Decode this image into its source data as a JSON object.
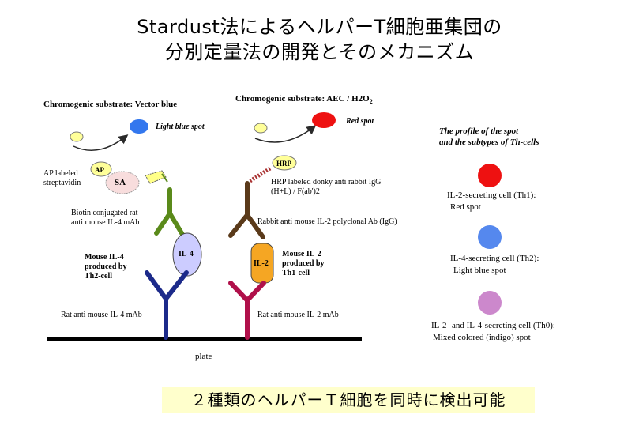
{
  "title": {
    "line1": "Stardust法によるヘルパーT細胞亜集団の",
    "line2": "分別定量法の開発とそのメカニズム"
  },
  "left": {
    "substrate": "Chromogenic substrate: Vector blue",
    "spot_label": "Light blue spot",
    "ap_tag": "AP",
    "sa_tag": "SA",
    "ap_streptavidin": [
      "AP labeled",
      "streptavidin"
    ],
    "biotin_ab": [
      "Biotin conjugated rat",
      "anti mouse IL-4 mAb"
    ],
    "cytokine_tag": "IL-4",
    "cytokine_desc": [
      "Mouse IL-4",
      "produced by",
      "Th2-cell"
    ],
    "capture_ab": "Rat anti mouse IL-4 mAb"
  },
  "right": {
    "substrate": "Chromogenic substrate: AEC / H2O",
    "substrate_sub": "2",
    "spot_label": "Red spot",
    "hrp_tag": "HRP",
    "hrp_ab": [
      "HRP labeled donky anti rabbit IgG",
      "(H+L) / F(ab')2"
    ],
    "rabbit_ab": "Rabbit anti mouse IL-2 polyclonal Ab (IgG)",
    "cytokine_tag": "IL-2",
    "cytokine_desc": [
      "Mouse IL-2",
      "produced by",
      "Th1-cell"
    ],
    "capture_ab": "Rat anti mouse IL-2 mAb"
  },
  "plate_label": "plate",
  "legend": {
    "heading": [
      "The profile of the spot",
      "and the subtypes of Th-cells"
    ],
    "items": [
      {
        "text": "IL-2-secreting cell (Th1):",
        "sub": "Red spot",
        "color": "#ee1111"
      },
      {
        "text": "IL-4-secreting cell (Th2):",
        "sub": "Light blue spot",
        "color": "#5588ee"
      },
      {
        "text": "IL-2- and IL-4-secreting cell (Th0):",
        "sub": "Mixed colored (indigo) spot",
        "color": "#cc88cc"
      }
    ]
  },
  "bottom_banner": "２種類のヘルパーＴ細胞を同時に検出可能",
  "colors": {
    "red_spot": "#ee1111",
    "blue_spot": "#3377ee",
    "light_blue_spot": "#5588ee",
    "indigo_spot": "#cc88cc",
    "ap_yellow": "#ffff99",
    "il4_purple": "#ccccff",
    "il2_orange": "#f5a623",
    "capture_il4": "#1c2a8a",
    "capture_il2": "#b0104a",
    "biotin_green": "#5a8a1a",
    "rabbit_brown": "#5a3a1a"
  }
}
